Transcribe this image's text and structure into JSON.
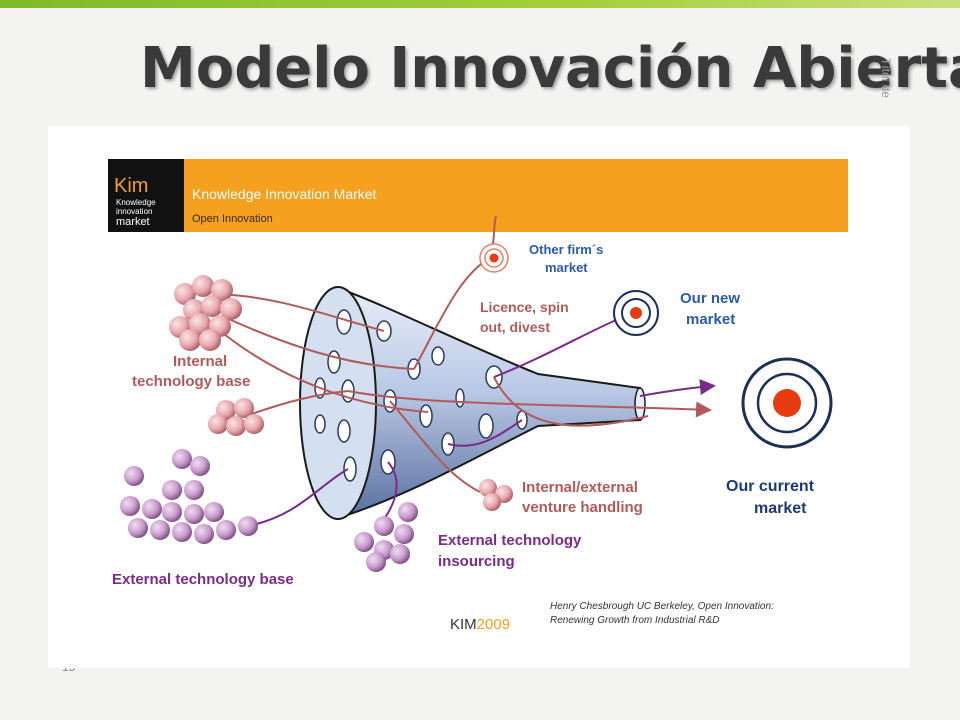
{
  "slide": {
    "title": "Modelo Innovación Abierta:",
    "side_label": "Títol de",
    "page_number": "15"
  },
  "header": {
    "logo_word": "Kim",
    "logo_line1": "Knowledge",
    "logo_line2": "innovation",
    "logo_line3": "market",
    "title": "Knowledge Innovation Market",
    "subtitle": "Open Innovation"
  },
  "labels": {
    "internal_base_1": "Internal",
    "internal_base_2": "technology base",
    "other_market_1": "Other firm´s",
    "other_market_2": "market",
    "licence_1": "Licence, spin",
    "licence_2": "out, divest",
    "new_market_1": "Our new",
    "new_market_2": "market",
    "current_market_1": "Our current",
    "current_market_2": "market",
    "venture_1": "Internal/external",
    "venture_2": "venture handling",
    "insourcing_1": "External technology",
    "insourcing_2": "insourcing",
    "external_base": "External technology base"
  },
  "footer": {
    "kim_prefix": "KIM",
    "kim_year": "2009",
    "citation_1": "Henry Chesbrough UC Berkeley, Open Innovation:",
    "citation_2": "Renewing Growth from Industrial R&D"
  },
  "colors": {
    "banner": "#f5a01e",
    "logo_bg": "#111111",
    "internal": "#b05a5a",
    "external": "#8a3a8a",
    "blue_label": "#2a5aa8",
    "target_red": "#e83a10",
    "target_ring": "#1b2f5a"
  }
}
